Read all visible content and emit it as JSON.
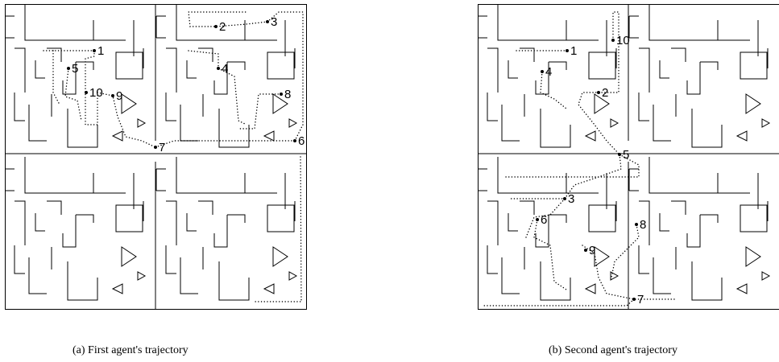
{
  "captions": {
    "a": "(a) First agent's trajectory",
    "b": "(b) Second agent's trajectory"
  },
  "panels": [
    {
      "id": "a",
      "waypoints": [
        {
          "label": "1"
        },
        {
          "label": "2"
        },
        {
          "label": "3"
        },
        {
          "label": "4"
        },
        {
          "label": "5"
        },
        {
          "label": "6"
        },
        {
          "label": "7"
        },
        {
          "label": "8"
        },
        {
          "label": "9"
        },
        {
          "label": "10"
        }
      ]
    },
    {
      "id": "b",
      "waypoints": [
        {
          "label": "1"
        },
        {
          "label": "2"
        },
        {
          "label": "3"
        },
        {
          "label": "4"
        },
        {
          "label": "5"
        },
        {
          "label": "6"
        },
        {
          "label": "7"
        },
        {
          "label": "8"
        },
        {
          "label": "9"
        },
        {
          "label": "10"
        }
      ]
    }
  ],
  "colors": {
    "ink": "#000000",
    "background": "#ffffff"
  }
}
